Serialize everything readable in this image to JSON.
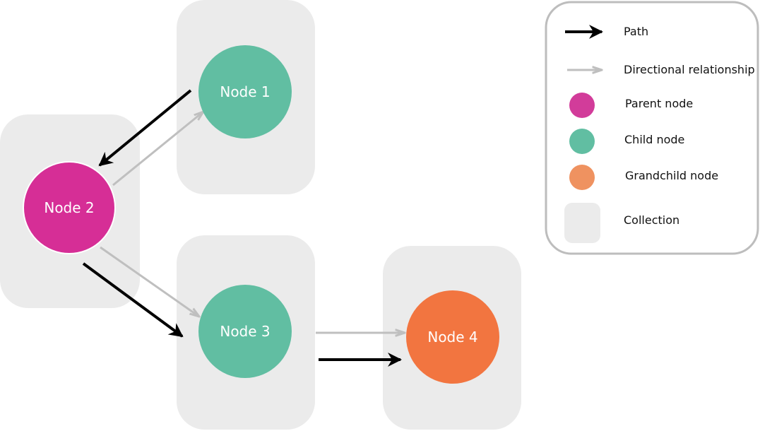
{
  "colors": {
    "collection_bg": "#ebebeb",
    "parent_node": "#d62e96",
    "child_node": "#61bea2",
    "grandchild_node": "#f27540",
    "path_arrow": "#000000",
    "relationship_arrow": "#bfbfbf",
    "legend_border": "#bdbdbd",
    "legend_grandchild_swatch": "#ef9260"
  },
  "nodes": {
    "node1": {
      "label": "Node 1",
      "role": "child"
    },
    "node2": {
      "label": "Node 2",
      "role": "parent"
    },
    "node3": {
      "label": "Node 3",
      "role": "child"
    },
    "node4": {
      "label": "Node 4",
      "role": "grandchild"
    }
  },
  "edges": {
    "relationships": [
      {
        "from": "Node 2",
        "to": "Node 1"
      },
      {
        "from": "Node 2",
        "to": "Node 3"
      },
      {
        "from": "Node 3",
        "to": "Node 4"
      }
    ],
    "path": [
      {
        "from": "Node 1",
        "to": "Node 2"
      },
      {
        "from": "Node 2",
        "to": "Node 3"
      },
      {
        "from": "Node 3",
        "to": "Node 4"
      }
    ]
  },
  "legend": {
    "path": "Path",
    "directional_relationship": "Directional relationship",
    "parent_node": "Parent node",
    "child_node": "Child node",
    "grandchild_node": "Grandchild node",
    "collection": "Collection"
  }
}
